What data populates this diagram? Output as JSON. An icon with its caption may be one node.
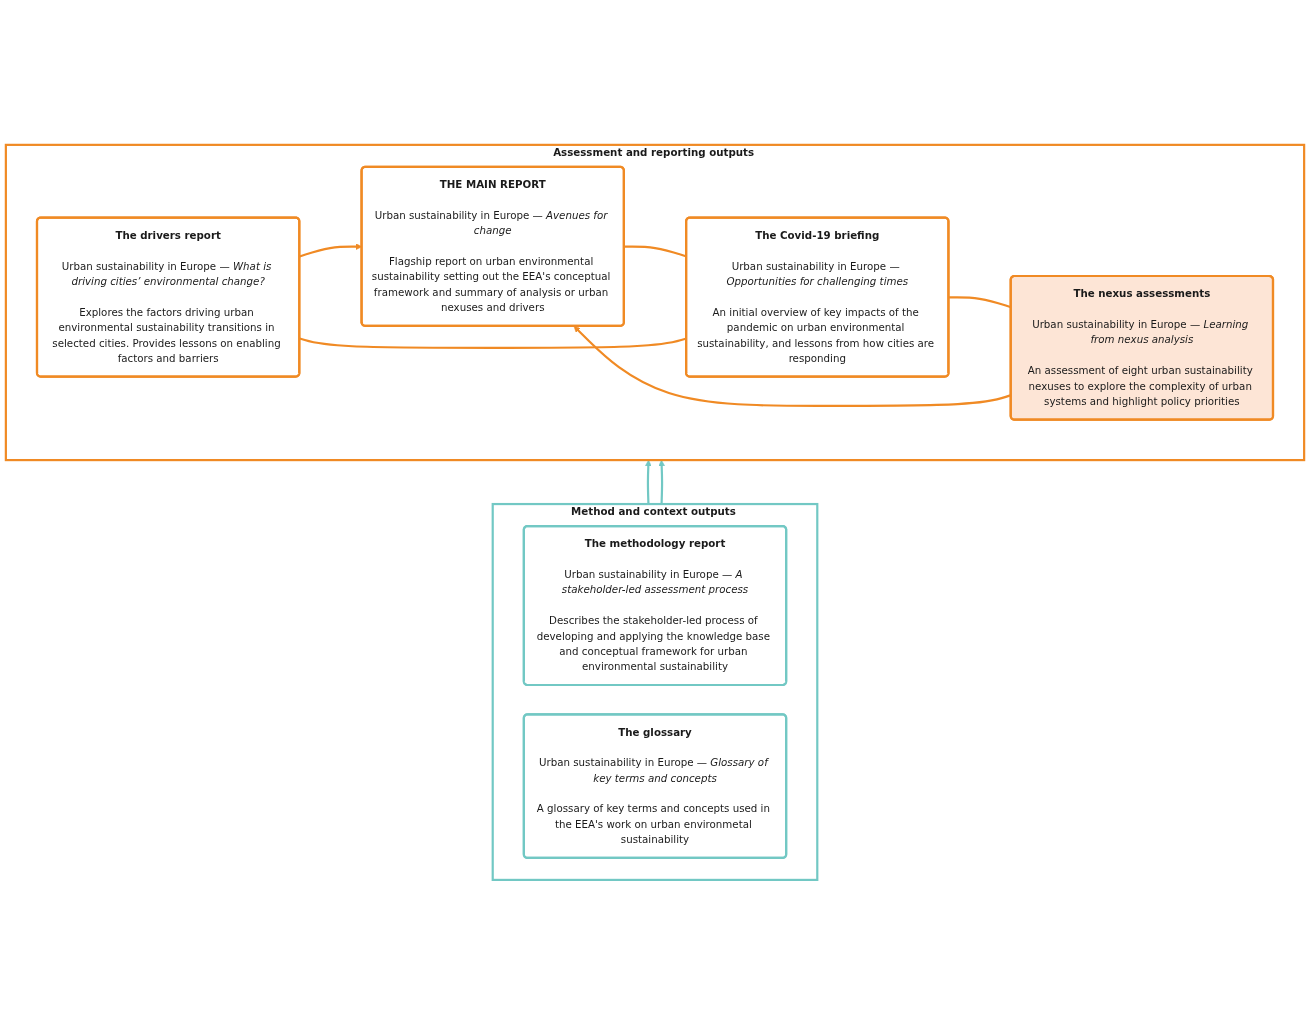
{
  "diagram": {
    "nodes": [
      {
        "text": [
          "Assessment and reporting outputs"
        ]
      },
      {
        "text": [
          "THE MAIN REPORT",
          "Urban sustainability in Europe — *Avenues for change*",
          "Flagship report on urban environmental sustainability setting out the EEA's conceptual framework and summary of analysis or urban nexuses and drivers"
        ],
        "in": 0
      },
      {
        "text": [
          "The drivers report",
          "Urban sustainability in Europe — *What is driving cities’ environmental change?*",
          "Explores the factors driving urban environmental sustainability transitions in selected cities. Provides lessons on enabling factors and barriers"
        ],
        "in": 0
      },
      {
        "text": [
          "The Covid-19 briefing",
          "Urban sustainability in Europe — *Opportunities for challenging times*",
          "An initial overview of key impacts of the pandemic on urban environmental sustainability, and lessons from how cities are responding"
        ],
        "in": 0
      },
      {
        "text": [
          "The nexus assessments",
          "Urban sustainability in Europe — *Learning from nexus analysis*",
          "An assessment of eight urban sustainability nexuses to explore the complexity of urban systems and highlight policy priorities"
        ],
        "in": 0
      },
      {
        "text": [
          "Method and context outputs"
        ]
      },
      {
        "text": [
          "The methodology report",
          "Urban sustainability in Europe — *A stakeholder-led assessment process*",
          "Describes the stakeholder-led process of developing and applying the knowledge base and conceptual framework for urban environmental sustainability"
        ],
        "in": 5
      },
      {
        "text": [
          "The glossary",
          "Urban sustainability in Europe — *Glossary of key terms and concepts*",
          "A glossary of key terms and concepts used in the EEA's work on urban environmetal sustainability"
        ],
        "in": 5
      }
    ],
    "edges": [
      {
        "from": 2,
        "to": 1,
        "arrow": "to"
      },
      {
        "from": 4,
        "to": 1,
        "arrow": "to"
      },
      {
        "from": 1,
        "to": 3,
        "arrow": "none"
      },
      {
        "from": 2,
        "to": 3,
        "arrow": "none"
      },
      {
        "from": 3,
        "to": 4,
        "arrow": "none"
      },
      {
        "from": 5,
        "to": 0,
        "arrow": "to",
        "color": "#72c8c4"
      },
      {
        "from": 5,
        "to": 0,
        "arrow": "to",
        "color": "#72c8c4"
      }
    ]
  }
}
